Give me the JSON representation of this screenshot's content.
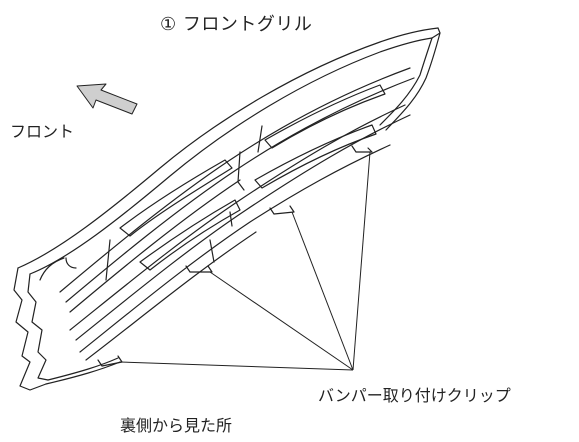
{
  "title": {
    "number": "①",
    "text": "フロントグリル"
  },
  "front_label": "フロント",
  "clip_label": "バンパー取り付けクリップ",
  "view_label": "裏側から見た所",
  "colors": {
    "line": "#222222",
    "arrow_fill": "#cfcfcf",
    "background": "#ffffff"
  },
  "icons": {
    "direction_arrow": "front-arrow-icon"
  }
}
